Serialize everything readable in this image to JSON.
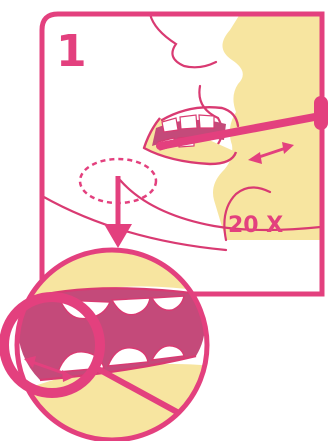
{
  "step": {
    "number": "1",
    "repeat_label": "20 X"
  },
  "colors": {
    "accent": "#e3407e",
    "skin": "#f7e5a0",
    "outline": "#d93a72",
    "teeth": "#ffffff",
    "background": "#ffffff"
  },
  "icons": [
    "face-illustration",
    "toothbrush",
    "brush-direction-arrow",
    "target-area-dashed-circle",
    "zoom-pointer-arrow",
    "magnified-mouth-illustration",
    "highlight-ring"
  ]
}
